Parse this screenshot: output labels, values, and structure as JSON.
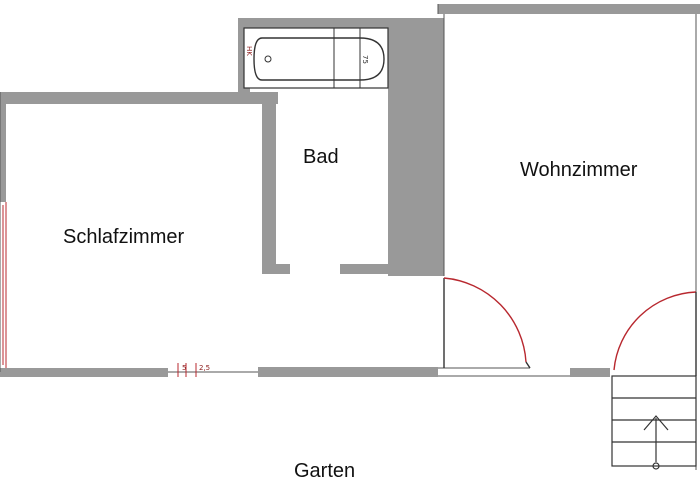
{
  "rooms": {
    "bath": "Bad",
    "living": "Wohnzimmer",
    "bedroom": "Schlafzimmer",
    "garden": "Garten"
  },
  "annotations": {
    "radiator": "HK",
    "tub_dim": "75",
    "wall_mark_1": "5",
    "wall_mark_2": "2,5"
  },
  "colors": {
    "wall": "#999999",
    "outline": "#555555",
    "door_arc": "#b8282f",
    "fixture": "#333333",
    "background": "#ffffff"
  }
}
